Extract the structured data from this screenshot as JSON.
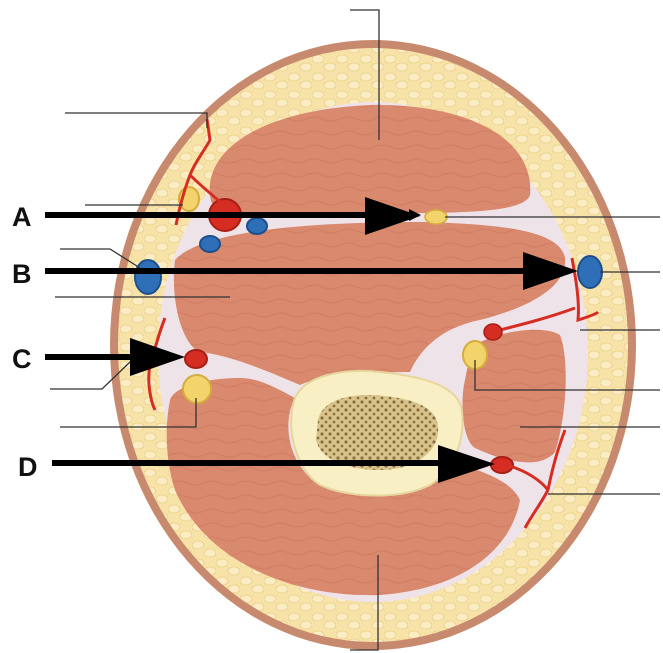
{
  "figure": {
    "labels": {
      "a": "A",
      "b": "B",
      "c": "C",
      "d": "D"
    }
  },
  "colors": {
    "skin": "#c88a6e",
    "fat": "#f7e2a8",
    "fat_lobule": "#fbecc3",
    "fascia": "#efe3ea",
    "muscle": "#d9896d",
    "muscle_shade": "#c9735a",
    "bone_cortex": "#f8efc4",
    "bone_marrow": "#8a7040",
    "artery": "#d62d22",
    "vein": "#2f6fb7",
    "nerve": "#f3d36b",
    "arrow": "#000000",
    "leader": "#333333"
  }
}
